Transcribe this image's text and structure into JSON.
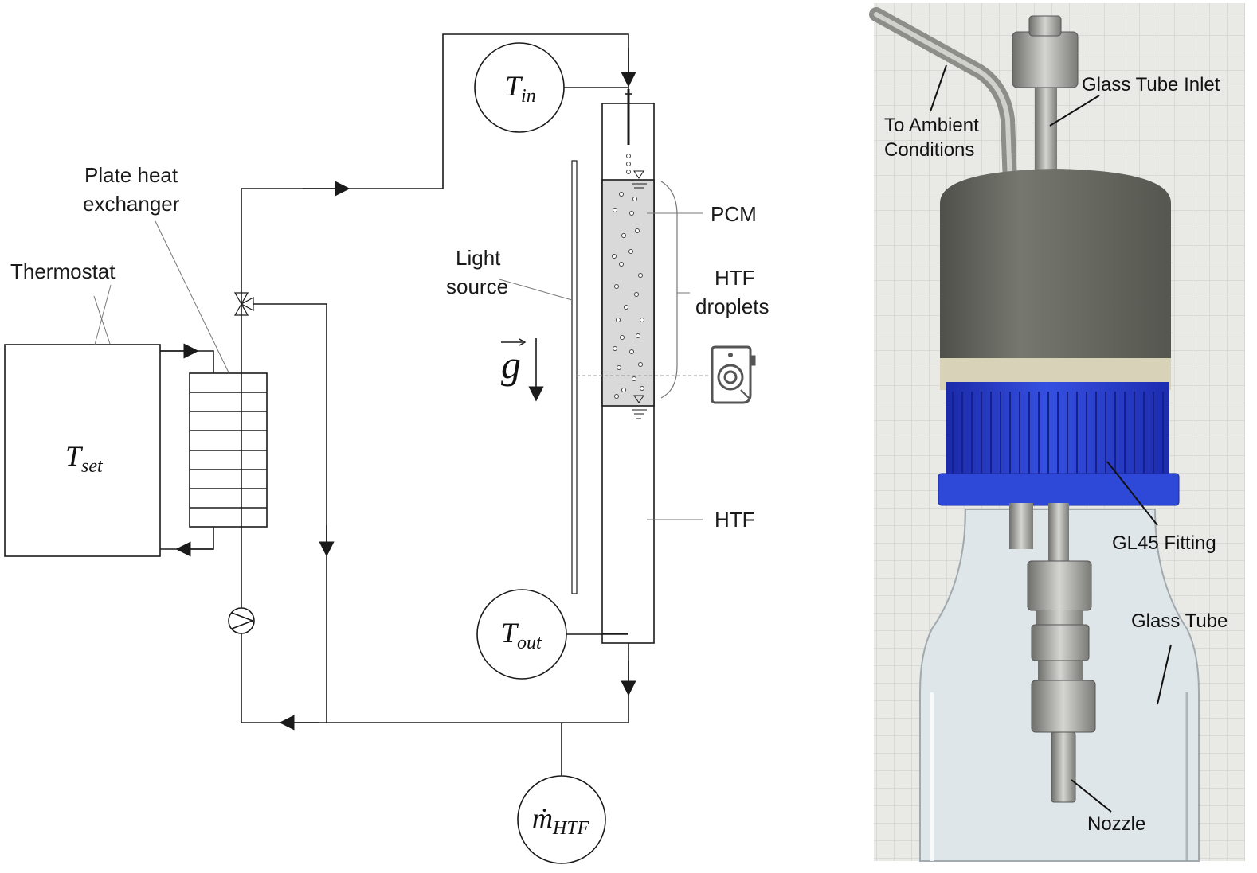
{
  "schematic": {
    "labels": {
      "plate_heat_exchanger": [
        "Plate heat",
        "exchanger"
      ],
      "thermostat": "Thermostat",
      "light_source": [
        "Light",
        "source"
      ],
      "pcm": "PCM",
      "htf_droplets": [
        "HTF",
        "droplets"
      ],
      "htf": "HTF"
    },
    "symbols": {
      "t_set": {
        "main": "T",
        "sub": "set"
      },
      "t_in": {
        "main": "T",
        "sub": "in"
      },
      "t_out": {
        "main": "T",
        "sub": "out"
      },
      "m_htf": {
        "main": "ṁ",
        "sub": "HTF"
      },
      "gravity": "g"
    },
    "colors": {
      "line": "#1a1a1a",
      "pcm_fill": "#d9d9d9",
      "camera": "#555555"
    },
    "icons": [
      "three-way-valve-icon",
      "pump-icon",
      "camera-icon",
      "gravity-arrow-icon"
    ]
  },
  "photo": {
    "labels": {
      "to_ambient": [
        "To Ambient",
        "Conditions"
      ],
      "glass_tube_inlet": "Glass Tube Inlet",
      "gl45_fitting": "GL45 Fitting",
      "glass_tube": "Glass Tube",
      "nozzle": "Nozzle"
    },
    "colors": {
      "grid_paper": "#e9e9e6",
      "cap_grey": "#66675f",
      "fitting_blue": "#2a3fcf",
      "steel": "#b9b9b5",
      "glass": "#dfe6ea"
    }
  }
}
